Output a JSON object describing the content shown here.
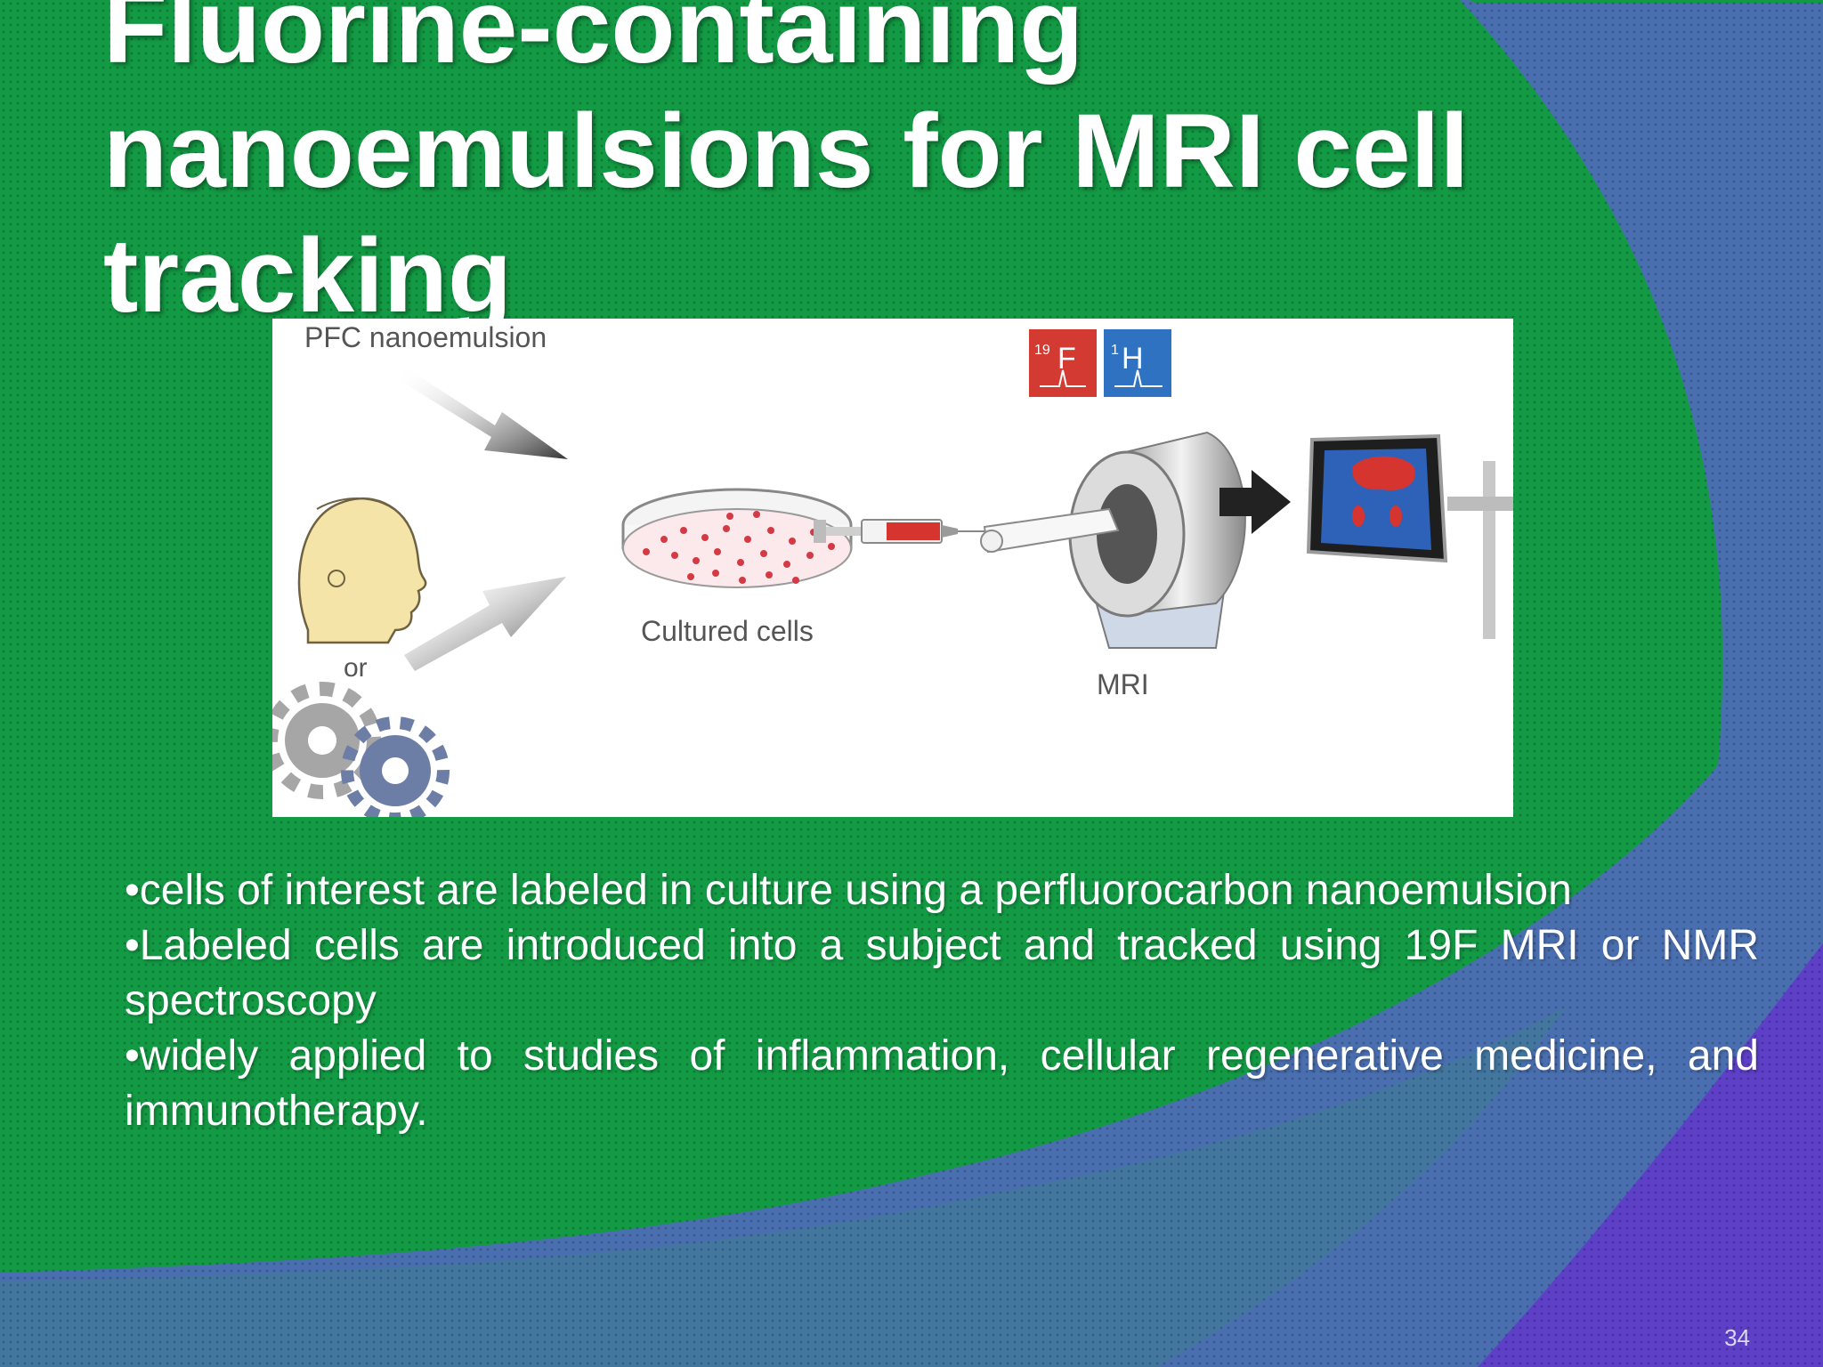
{
  "slide": {
    "title_lines": [
      "Fluorine-containing",
      "nanoemulsions for MRI cell",
      "tracking"
    ],
    "bullets": [
      "•cells of interest are labeled in culture using a perfluorocarbon nanoemulsion",
      "•Labeled cells are introduced into a subject and tracked using 19F MRI or NMR spectroscopy",
      "•widely applied to studies of inflammation, cellular regenerative medicine, and immunotherapy."
    ],
    "page_number": "34"
  },
  "figure": {
    "pfc_label": "PFC nanoemulsion",
    "or_label": "or",
    "cultured_label": "Cultured cells",
    "mri_label": "MRI",
    "f19_mass": "19",
    "f19_symbol": "F",
    "h1_mass": "1",
    "h1_symbol": "H",
    "icons": [
      "human-head-icon",
      "gear-icon",
      "petri-dish-icon",
      "syringe-icon",
      "mri-scanner-icon",
      "monitor-icon"
    ]
  },
  "colors": {
    "green": "#139a44",
    "blue_band": "#4a6fb0",
    "purple": "#5d3fc8",
    "f19_badge": "#d23a32",
    "h1_badge": "#2f72c2"
  }
}
